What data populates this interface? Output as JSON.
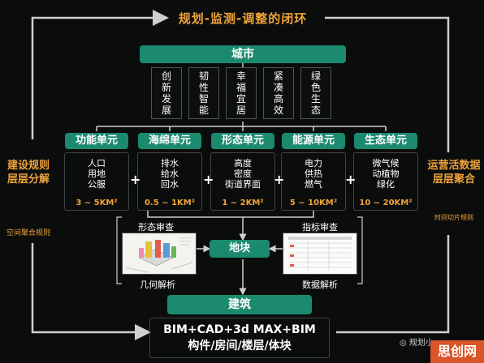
{
  "title": "规划-监测-调整的闭环",
  "city": "城市",
  "pillars": [
    "创新发展",
    "韧性智能",
    "幸福宜居",
    "紧凑高效",
    "绿色生态"
  ],
  "units": [
    {
      "name": "功能单元",
      "items": [
        "人口",
        "用地",
        "公服"
      ],
      "area": "3 ~ 5KM²"
    },
    {
      "name": "海绵单元",
      "items": [
        "排水",
        "给水",
        "回水"
      ],
      "area": "0.5 ~ 1KM²"
    },
    {
      "name": "形态单元",
      "items": [
        "高度",
        "密度",
        "街道界面"
      ],
      "area": "1 ~ 2KM²"
    },
    {
      "name": "能源单元",
      "items": [
        "电力",
        "供热",
        "燃气"
      ],
      "area": "5 ~ 10KM²"
    },
    {
      "name": "生态单元",
      "items": [
        "微气候",
        "动植物",
        "绿化"
      ],
      "area": "10 ~ 20KM²"
    }
  ],
  "plus": "+",
  "left_side": {
    "title": "建设规则层层分解",
    "sub": "空间聚合规则"
  },
  "right_side": {
    "title": "运营活数据层层聚合",
    "sub": "时间切片规则"
  },
  "form_review": {
    "title": "形态审查",
    "caption": "几何解析"
  },
  "index_review": {
    "title": "指标审查",
    "caption": "数据解析"
  },
  "block": "地块",
  "building": "建筑",
  "tools": {
    "line1": "BIM+CAD+3d MAX+BIM",
    "line2": "构件/房间/楼层/体块"
  },
  "watermark": "规划小",
  "corner": "思创网",
  "colors": {
    "accent": "#f0a43a",
    "teal": "#1b8a6e",
    "background": "#0b0d0d"
  }
}
